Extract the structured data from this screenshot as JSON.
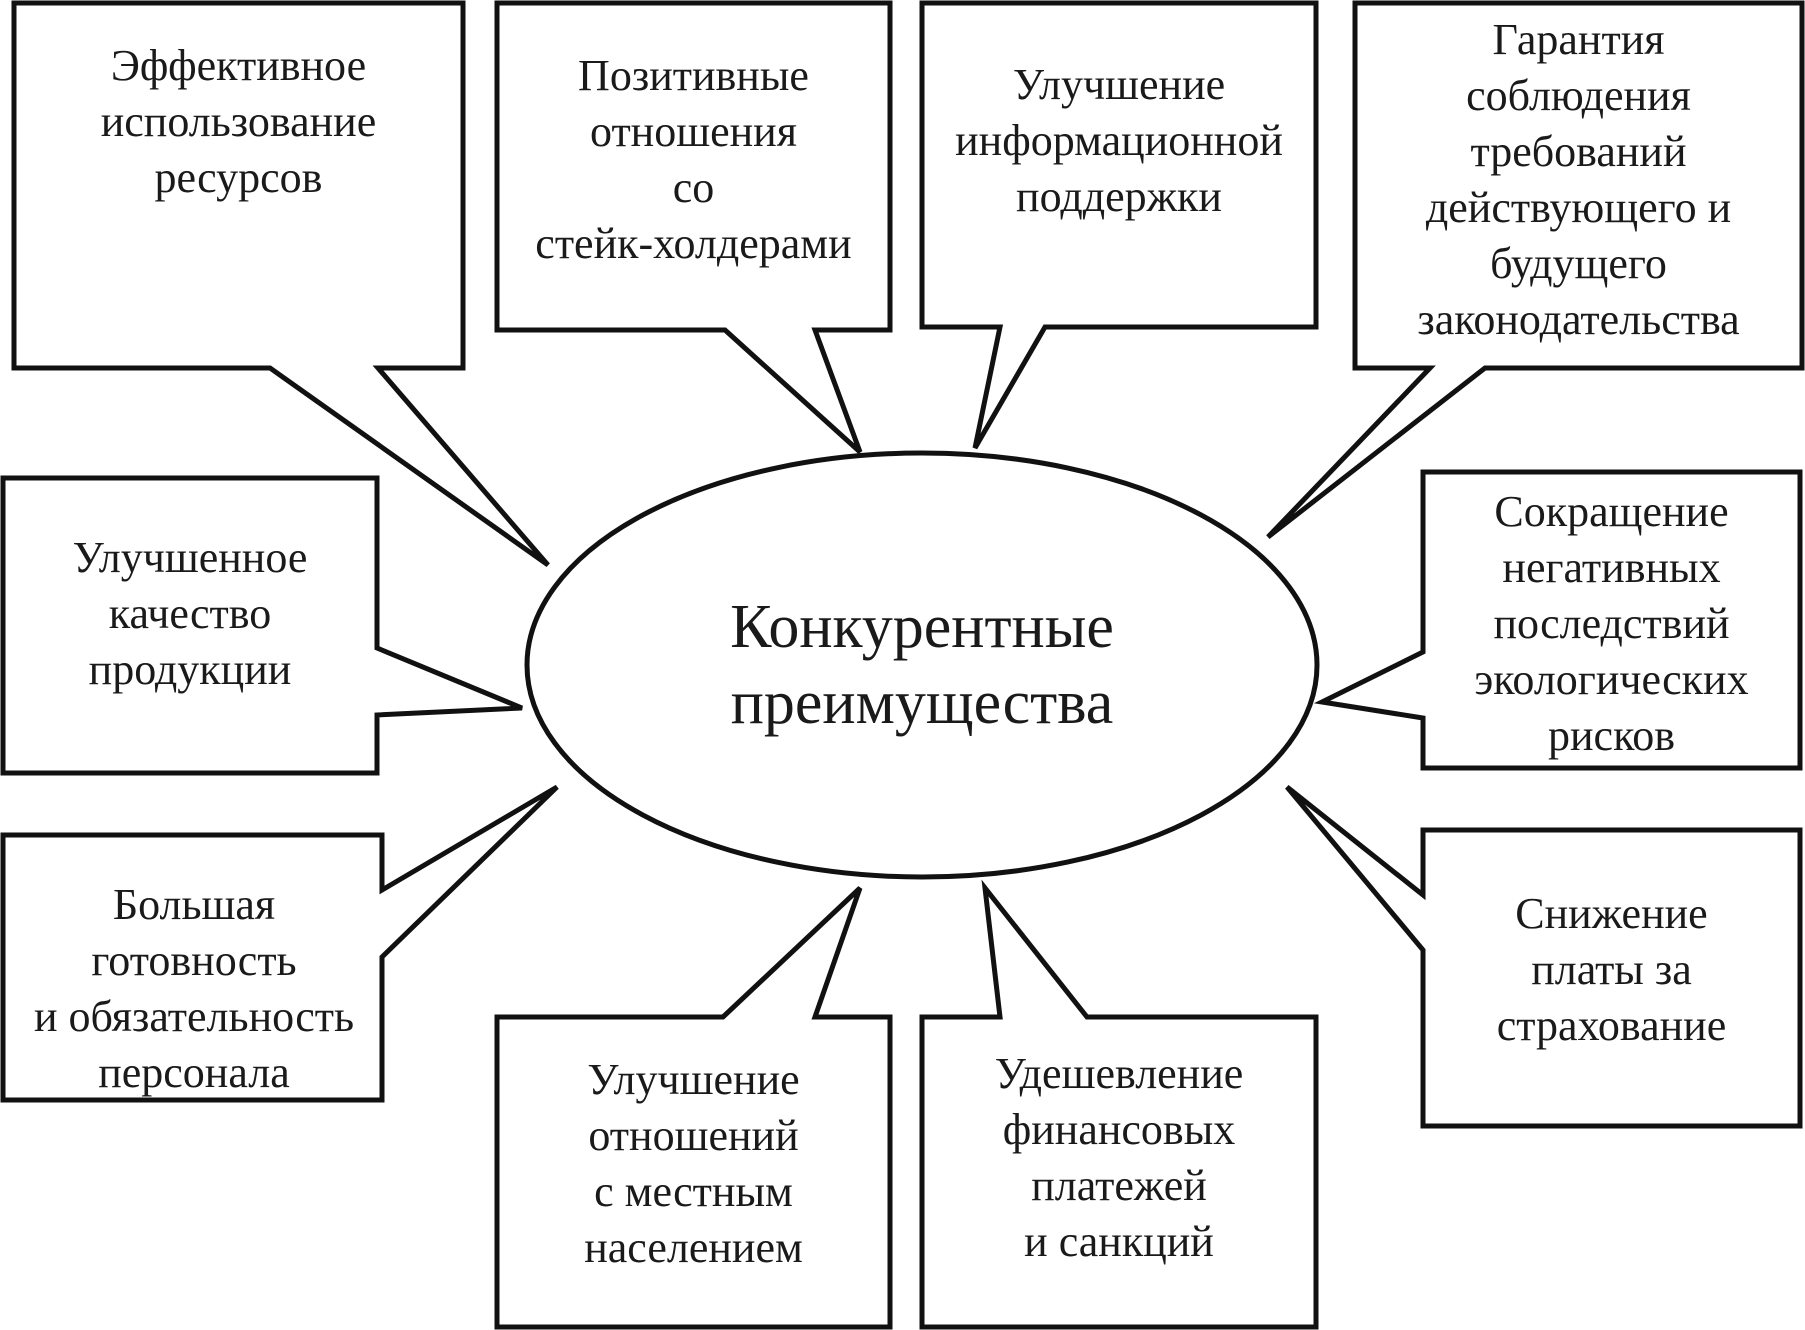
{
  "center": {
    "text": "Конкурентные\nпреимущества"
  },
  "callouts": [
    {
      "id": "resources",
      "text": "Эффективное\nиспользование\nресурсов"
    },
    {
      "id": "stakeholders",
      "text": "Позитивные\nотношения\nсо\nстейк-холдерами"
    },
    {
      "id": "info-support",
      "text": "Улучшение\nинформационной\nподдержки"
    },
    {
      "id": "legislation",
      "text": "Гарантия\nсоблюдения\nтребований\nдействующего и\nбудущего\nзаконодательства"
    },
    {
      "id": "quality",
      "text": "Улучшенное\nкачество\nпродукции"
    },
    {
      "id": "eco-risks",
      "text": "Сокращение\nнегативных\nпоследствий\nэкологических\nрисков"
    },
    {
      "id": "personnel",
      "text": "Большая\nготовность\nи обязательность\nперсонала"
    },
    {
      "id": "insurance",
      "text": "Снижение\nплаты за\nстрахование"
    },
    {
      "id": "local-population",
      "text": "Улучшение\nотношений\nс местным\nнаселением"
    },
    {
      "id": "payments",
      "text": "Удешевление\nфинансовых\nплатежей\nи санкций"
    }
  ],
  "colors": {
    "stroke": "#111111",
    "fill": "#ffffff",
    "text": "#1a1a1a"
  }
}
